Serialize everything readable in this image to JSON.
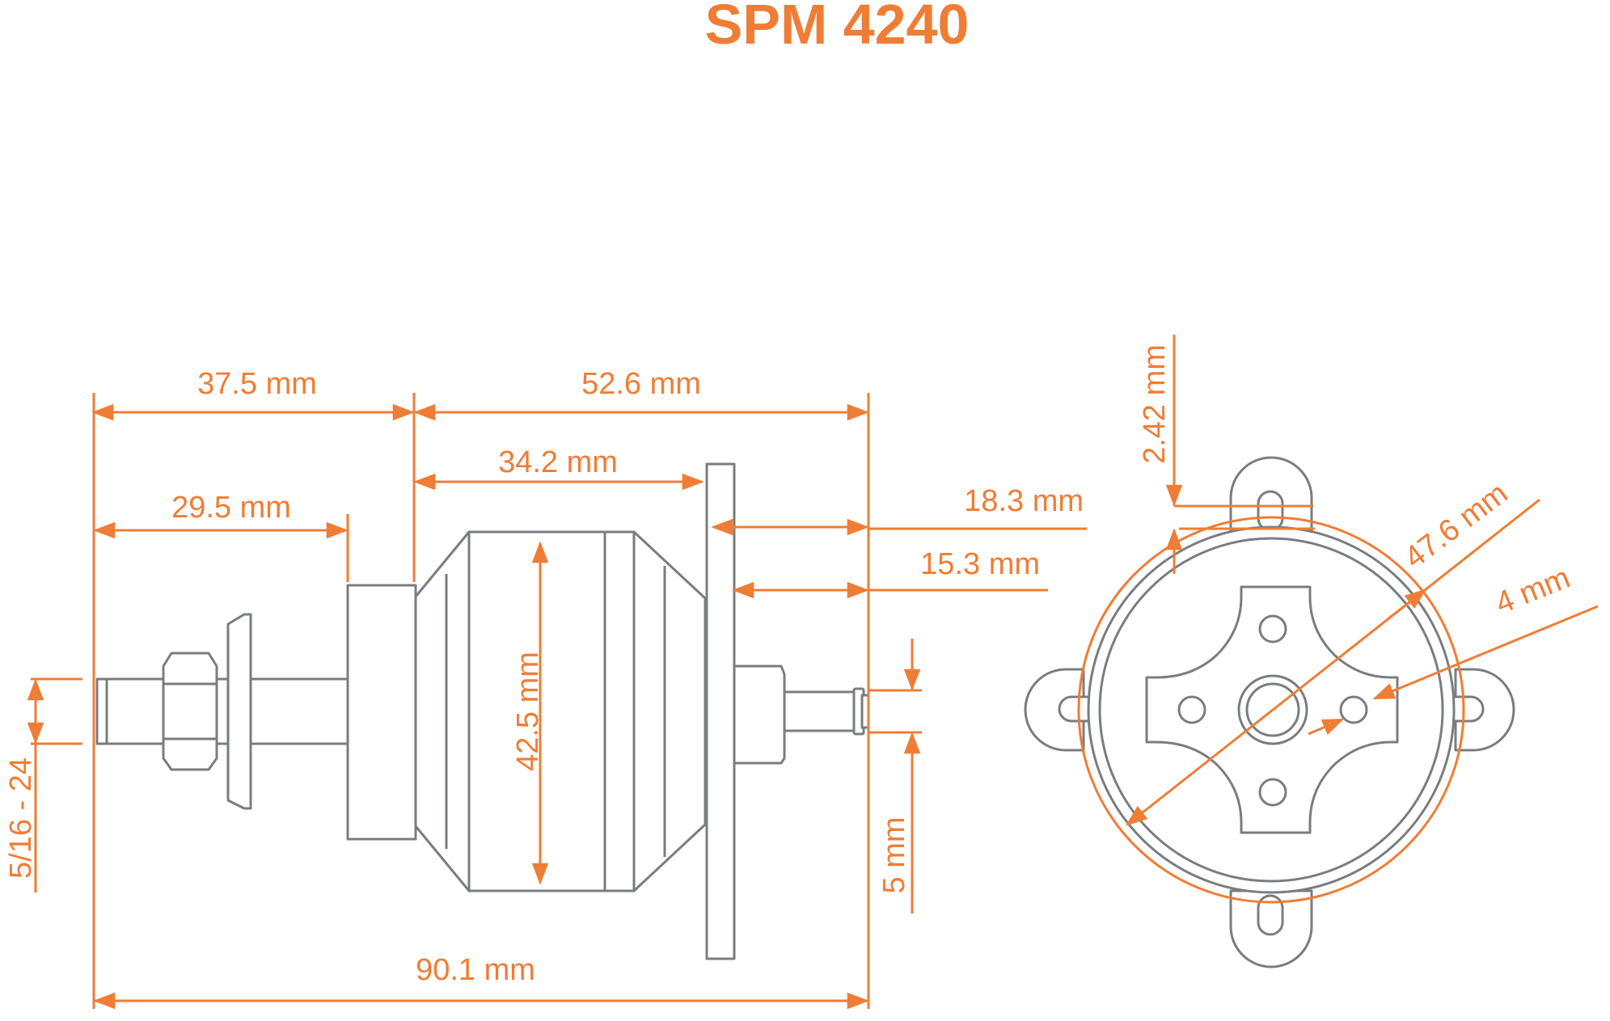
{
  "title": "SPM 4240",
  "colors": {
    "accent": "#ef7d35",
    "outline": "#7a7d80",
    "background": "#ffffff"
  },
  "dimensions": {
    "d_37_5": "37.5 mm",
    "d_52_6": "52.6 mm",
    "d_34_2": "34.2 mm",
    "d_29_5": "29.5 mm",
    "d_18_3": "18.3 mm",
    "d_15_3": "15.3 mm",
    "d_42_5": "42.5 mm",
    "d_5_16": "5/16 - 24",
    "d_5": "5 mm",
    "d_90_1": "90.1 mm",
    "d_2_42": "2.42 mm",
    "d_47_6": "47.6 mm",
    "d_4": "4 mm"
  }
}
